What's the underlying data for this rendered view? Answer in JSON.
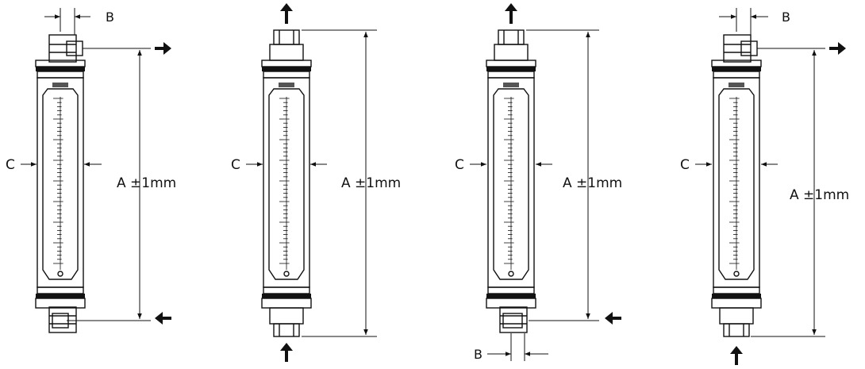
{
  "colors": {
    "line": "#111111",
    "background": "#ffffff"
  },
  "variants": [
    {
      "id": "v1",
      "inlet": "side-bottom",
      "outlet": "side-top",
      "labels": {
        "a": "A  ±1mm",
        "b": "B",
        "c": "C"
      }
    },
    {
      "id": "v2",
      "inlet": "axial-bottom",
      "outlet": "axial-top",
      "labels": {
        "a": "A  ±1mm",
        "c": "C"
      }
    },
    {
      "id": "v3",
      "inlet": "side-bottom",
      "outlet": "axial-top",
      "labels": {
        "a": "A  ±1mm",
        "b": "B",
        "c": "C"
      }
    },
    {
      "id": "v4",
      "inlet": "axial-bottom",
      "outlet": "side-top",
      "labels": {
        "a": "A  ±1mm",
        "b": "B",
        "c": "C"
      }
    }
  ]
}
